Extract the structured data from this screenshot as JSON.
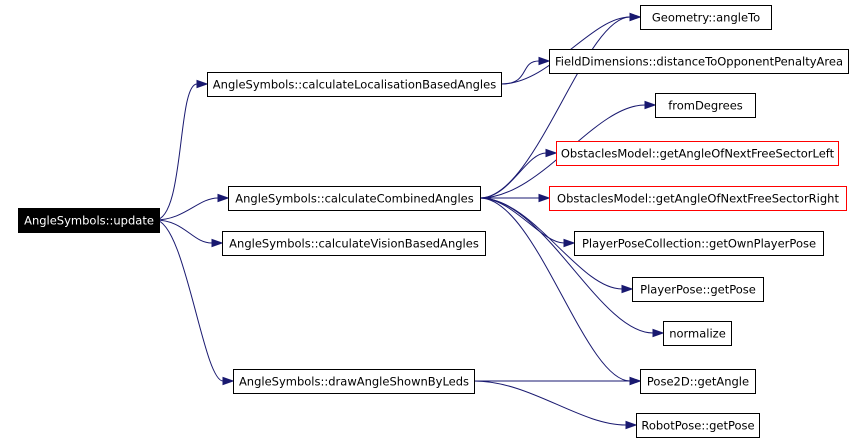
{
  "colors": {
    "background": "#ffffff",
    "edge": "#191970",
    "node_border": "#000000",
    "node_border_external": "#ff0000",
    "root_fill": "#000000",
    "root_text": "#ffffff"
  },
  "diagram": {
    "nodes": [
      {
        "id": "update",
        "label": "AngleSymbols::update",
        "style": "root"
      },
      {
        "id": "calcLoc",
        "label": "AngleSymbols::calculateLocalisationBasedAngles",
        "style": "normal"
      },
      {
        "id": "calcComb",
        "label": "AngleSymbols::calculateCombinedAngles",
        "style": "normal"
      },
      {
        "id": "calcVis",
        "label": "AngleSymbols::calculateVisionBasedAngles",
        "style": "normal"
      },
      {
        "id": "drawLeds",
        "label": "AngleSymbols::drawAngleShownByLeds",
        "style": "normal"
      },
      {
        "id": "angleTo",
        "label": "Geometry::angleTo",
        "style": "normal"
      },
      {
        "id": "distPen",
        "label": "FieldDimensions::distanceToOpponentPenaltyArea",
        "style": "normal"
      },
      {
        "id": "fromDeg",
        "label": "fromDegrees",
        "style": "normal"
      },
      {
        "id": "obsLeft",
        "label": "ObstaclesModel::getAngleOfNextFreeSectorLeft",
        "style": "external"
      },
      {
        "id": "obsRight",
        "label": "ObstaclesModel::getAngleOfNextFreeSectorRight",
        "style": "external"
      },
      {
        "id": "ownPose",
        "label": "PlayerPoseCollection::getOwnPlayerPose",
        "style": "normal"
      },
      {
        "id": "getPose",
        "label": "PlayerPose::getPose",
        "style": "normal"
      },
      {
        "id": "normalize",
        "label": "normalize",
        "style": "normal"
      },
      {
        "id": "getAngle",
        "label": "Pose2D::getAngle",
        "style": "normal"
      },
      {
        "id": "robotPose",
        "label": "RobotPose::getPose",
        "style": "normal"
      }
    ],
    "edges": [
      {
        "from": "update",
        "to": "calcLoc"
      },
      {
        "from": "update",
        "to": "calcComb"
      },
      {
        "from": "update",
        "to": "calcVis"
      },
      {
        "from": "update",
        "to": "drawLeds"
      },
      {
        "from": "calcLoc",
        "to": "angleTo"
      },
      {
        "from": "calcLoc",
        "to": "distPen"
      },
      {
        "from": "calcComb",
        "to": "angleTo"
      },
      {
        "from": "calcComb",
        "to": "fromDeg"
      },
      {
        "from": "calcComb",
        "to": "obsLeft"
      },
      {
        "from": "calcComb",
        "to": "obsRight"
      },
      {
        "from": "calcComb",
        "to": "ownPose"
      },
      {
        "from": "calcComb",
        "to": "getPose"
      },
      {
        "from": "calcComb",
        "to": "normalize"
      },
      {
        "from": "calcComb",
        "to": "getAngle"
      },
      {
        "from": "drawLeds",
        "to": "getAngle"
      },
      {
        "from": "drawLeds",
        "to": "robotPose"
      }
    ]
  }
}
